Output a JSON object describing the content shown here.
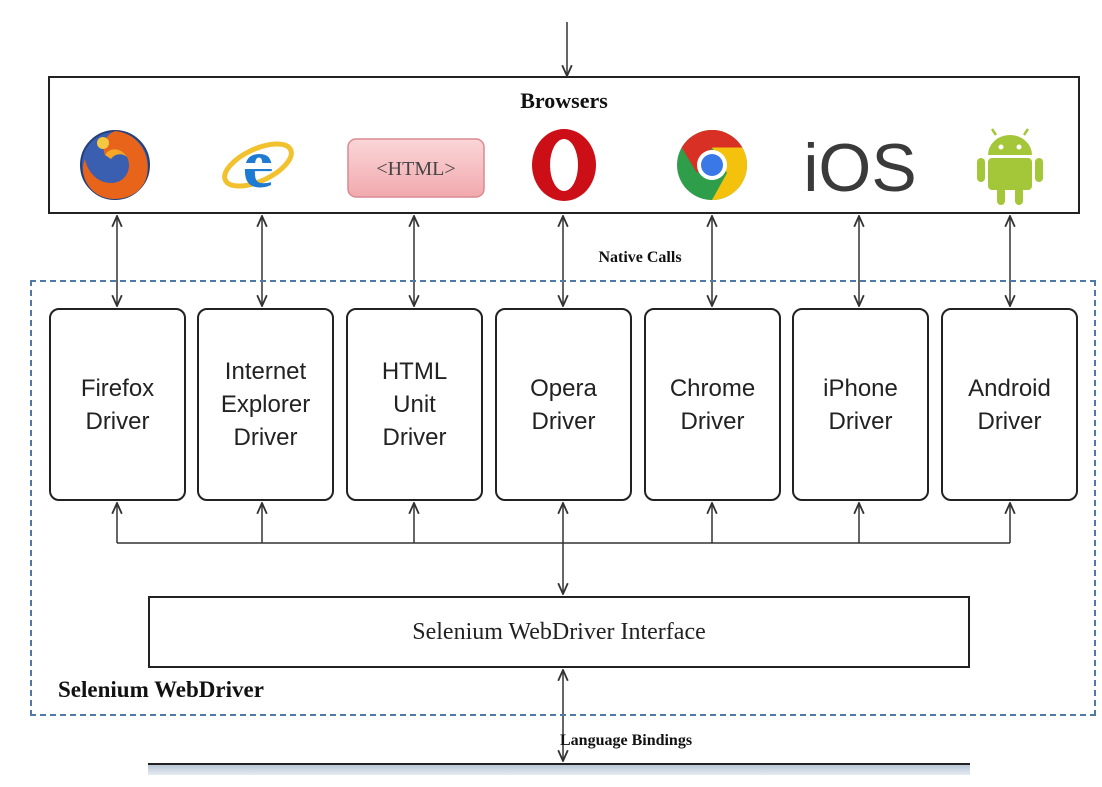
{
  "browsers": {
    "title": "Browsers",
    "icons": [
      {
        "name": "firefox-icon"
      },
      {
        "name": "internet-explorer-icon"
      },
      {
        "name": "htmlunit-icon",
        "text": "<HTML>"
      },
      {
        "name": "opera-icon"
      },
      {
        "name": "chrome-icon"
      },
      {
        "name": "ios-icon",
        "text": "iOS"
      },
      {
        "name": "android-icon"
      }
    ]
  },
  "native_calls": "Native Calls",
  "drivers": [
    {
      "lines": [
        "Firefox",
        "Driver"
      ]
    },
    {
      "lines": [
        "Internet",
        "Explorer",
        "Driver"
      ]
    },
    {
      "lines": [
        "HTML",
        "Unit",
        "Driver"
      ]
    },
    {
      "lines": [
        "Opera",
        "Driver"
      ]
    },
    {
      "lines": [
        "Chrome",
        "Driver"
      ]
    },
    {
      "lines": [
        "iPhone",
        "Driver"
      ]
    },
    {
      "lines": [
        "Android",
        "Driver"
      ]
    }
  ],
  "interface_label": "Selenium WebDriver Interface",
  "container_label": "Selenium WebDriver",
  "bindings_label": "Language Bindings",
  "colors": {
    "dashed_border": "#4f7aa7",
    "line": "#333333",
    "html_pill_fill": "#f6c3c7",
    "opera_red": "#cc0f16",
    "android_green": "#a4c639"
  }
}
